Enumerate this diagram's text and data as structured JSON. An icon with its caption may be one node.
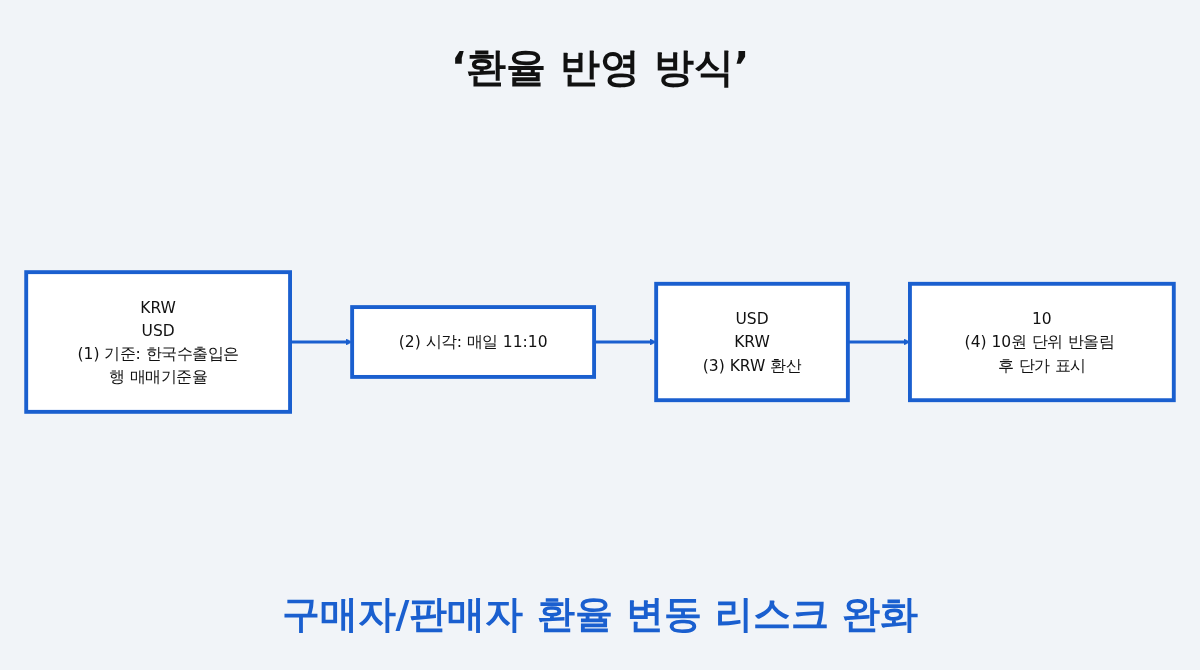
{
  "diagram": {
    "title": "‘환율 반영 방식’",
    "caption": "구매자/판매자 환율 변동 리스크 완화",
    "nodes": [
      {
        "text": [
          "KRW",
          "USD",
          "(1) 기준: 한국수출입은행 매매기준율"
        ]
      },
      {
        "text": [
          "(2) 시각: 매일 11:10"
        ]
      },
      {
        "text": [
          "USD",
          "KRW",
          "(3) KRW 환산"
        ]
      },
      {
        "text": [
          "10",
          "(4) 10원 단위 반올림 후 단가 표시"
        ]
      }
    ],
    "edges": [
      {
        "from": 0,
        "to": 1,
        "arrow": "to"
      },
      {
        "from": 1,
        "to": 2,
        "arrow": "to"
      },
      {
        "from": 2,
        "to": 3,
        "arrow": "to"
      }
    ]
  }
}
